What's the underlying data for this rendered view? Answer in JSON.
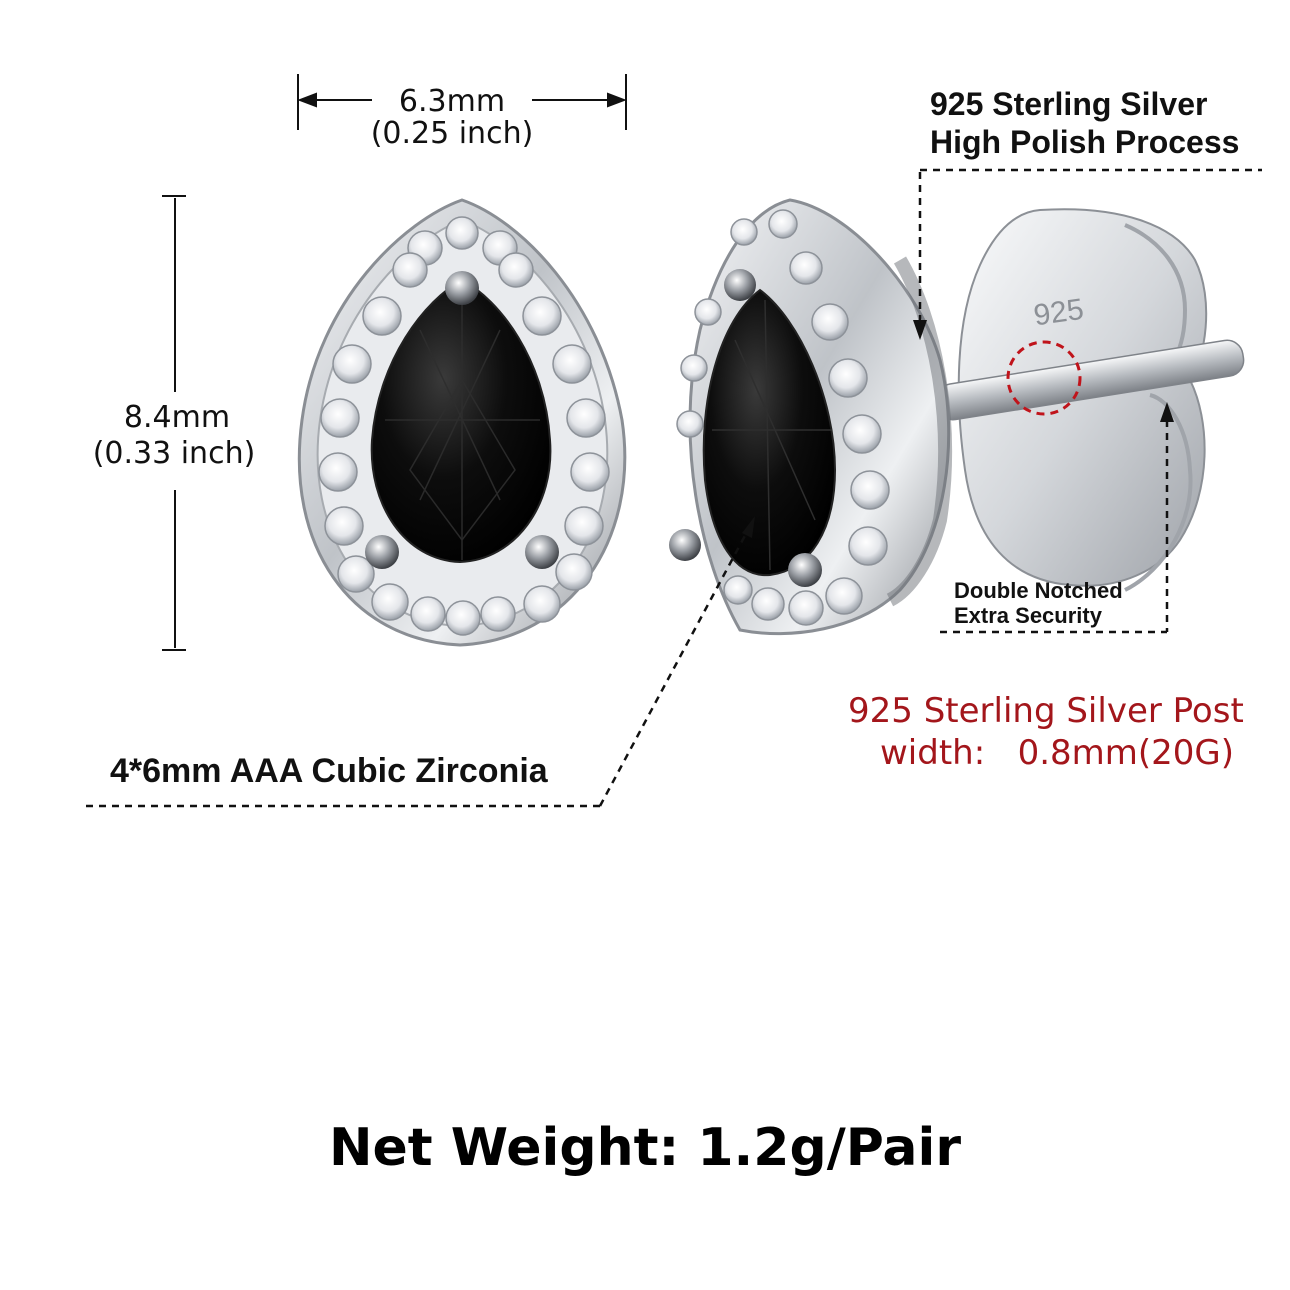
{
  "width_dimension": {
    "mm": "6.3mm",
    "inch": "(0.25 inch)"
  },
  "height_dimension": {
    "mm": "8.4mm",
    "inch": "(0.33 inch)"
  },
  "material_callout": {
    "line1": "925 Sterling Silver",
    "line2": "High Polish Process"
  },
  "backing_callout": {
    "line1": "Double Notched",
    "line2": "Extra Security"
  },
  "post_callout": {
    "line1": "925 Sterling Silver Post",
    "line2": "width:   0.8mm(20G)"
  },
  "stone_callout": "4*6mm AAA Cubic Zirconia",
  "weight_label": "Net Weight: 1.2g/Pair",
  "back_stamp": "925",
  "colors": {
    "accent_red": "#a3161b",
    "stone": "#0b0b0b",
    "metal": "#c9ccd1"
  }
}
